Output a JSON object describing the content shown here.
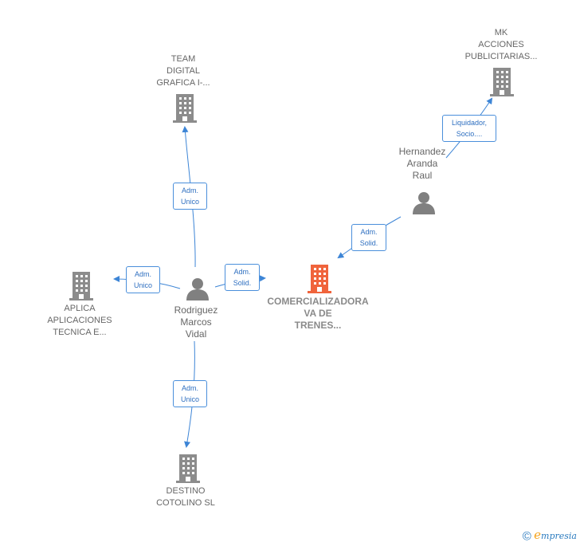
{
  "nodes": {
    "team_digital": "TEAM\nDIGITAL\nGRAFICA I-...",
    "mk_acciones": "MK\nACCIONES\nPUBLICITARIAS...",
    "hernandez": "Hernandez\nAranda\nRaul",
    "aplica": "APLICA\nAPLICACIONES\nTECNICA E...",
    "rodriguez": "Rodriguez\nMarcos\nVidal",
    "comercializadora": "COMERCIALIZADORA\nVA DE\nTRENES...",
    "destino": "DESTINO\nCOTOLINO SL"
  },
  "edges": {
    "rod_team": "Adm.\nUnico",
    "rod_aplica": "Adm.\nUnico",
    "rod_comer": "Adm.\nSolid.",
    "rod_destino": "Adm.\nUnico",
    "her_comer": "Adm.\nSolid.",
    "her_mk": "Liquidador,\nSocio...."
  },
  "brand": {
    "copyright": "©",
    "e": "e",
    "rest": "mpresia"
  },
  "colors": {
    "edge": "#3d85d6",
    "company": "#8c8c8c",
    "main_company": "#f0643c",
    "person": "#808080"
  }
}
